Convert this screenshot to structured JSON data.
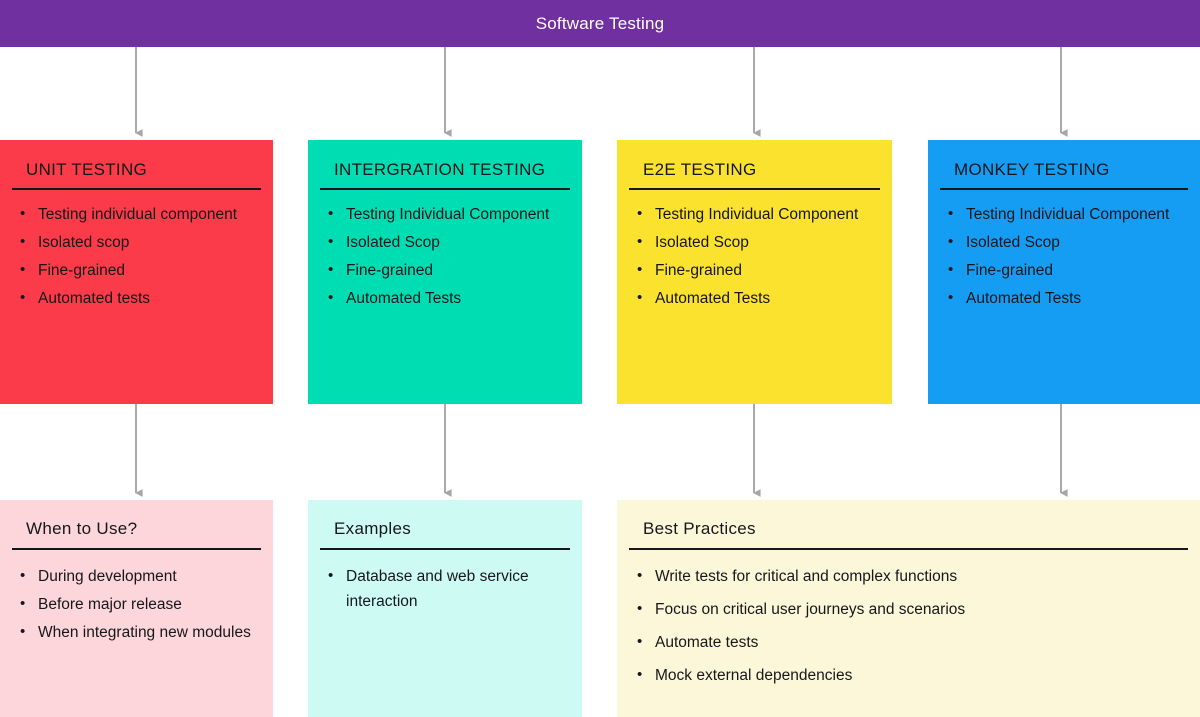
{
  "header": {
    "title": "Software Testing",
    "background": "#7030A0",
    "text_color": "#FFFFFF"
  },
  "arrow_color": "#A6A6A6",
  "stages": [
    {
      "id": "unit-testing",
      "title": "UNIT TESTING",
      "color": "#FB3B49",
      "items": [
        "Testing individual component",
        "Isolated scop",
        "Fine-grained",
        "Automated tests"
      ]
    },
    {
      "id": "intergration-testing",
      "title": "INTERGRATION TESTING",
      "color": "#00DDB3",
      "items": [
        "Testing Individual Component",
        "Isolated Scop",
        "Fine-grained",
        "Automated Tests"
      ]
    },
    {
      "id": "e2e-testing",
      "title": "E2E TESTING",
      "color": "#FAE22E",
      "items": [
        "Testing Individual Component",
        "Isolated Scop",
        "Fine-grained",
        "Automated Tests"
      ]
    },
    {
      "id": "monkey-testing",
      "title": "MONKEY TESTING",
      "color": "#159CF3",
      "items": [
        "Testing Individual Component",
        "Isolated Scop",
        "Fine-grained",
        "Automated Tests"
      ]
    }
  ],
  "details": [
    {
      "id": "when-to-use",
      "title": "When to Use?",
      "color": "#FCD6DA",
      "items": [
        "During development",
        "Before major release",
        "When integrating new modules"
      ]
    },
    {
      "id": "examples",
      "title": "Examples",
      "color": "#CDFBF3",
      "items": [
        "Database and web service interaction"
      ]
    },
    {
      "id": "best-practices",
      "title": "Best Practices",
      "color": "#FCF7D8",
      "items": [
        "Write tests for critical and complex functions",
        "Focus on critical user journeys and scenarios",
        "Automate tests",
        "Mock external dependencies"
      ]
    }
  ]
}
